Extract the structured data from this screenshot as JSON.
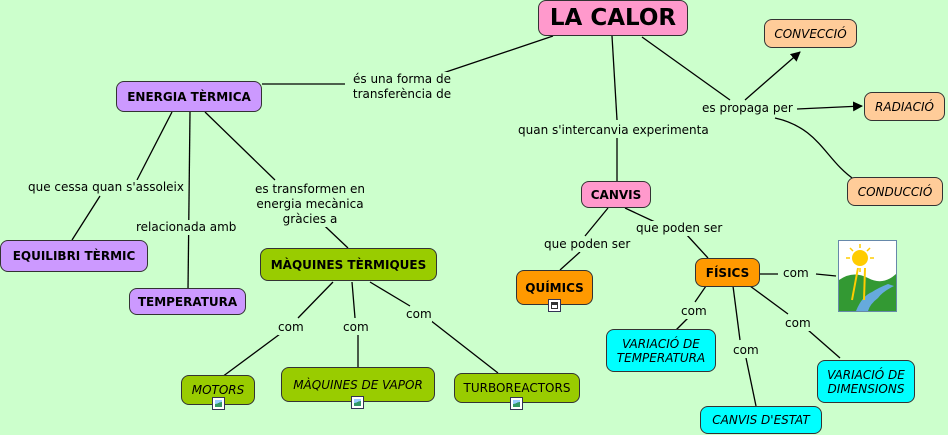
{
  "nodes": {
    "la_calor": "LA CALOR",
    "energia_termica": "ENERGIA TÈRMICA",
    "equilibri_termic": "EQUILIBRI TÈRMIC",
    "temperatura": "TEMPERATURA",
    "maquines_termiques": "MÀQUINES TÈRMIQUES",
    "motors": "MOTORS",
    "maquines_vapor": "MÀQUINES DE VAPOR",
    "turboreactors": "TURBOREACTORS",
    "canvis": "CANVIS",
    "quimics": "QUÍMICS",
    "fisics": "FÍSICS",
    "conveccio": "CONVECCIÓ",
    "radiacio": "RADIACIÓ",
    "conduccio": "CONDUCCIÓ",
    "variacio_temperatura": "VARIACIÓ DE TEMPERATURA",
    "canvis_estat": "CANVIS D'ESTAT",
    "variacio_dimensions": "VARIACIÓ DE DIMENSIONS"
  },
  "links": {
    "forma_transferencia": "és una forma de\ntransferència de",
    "cessa": "que cessa quan s'assoleix",
    "relacionada": "relacionada amb",
    "transformen": "es transformen en\nenergia mecànica gràcies a",
    "intercanvia": "quan s'intercanvia experimenta",
    "propaga": "es propaga per",
    "poden_ser_quimics": "que poden ser",
    "poden_ser_fisics": "que poden ser",
    "com_motors": "com",
    "com_vapor": "com",
    "com_turbo": "com",
    "com_img": "com",
    "com_temp": "com",
    "com_estat": "com",
    "com_dim": "com"
  },
  "colors": {
    "background": "#ccffcc",
    "main": "#ff99cc",
    "purple": "#cc99ff",
    "olive": "#99cc00",
    "orange": "#ff9900",
    "peach": "#ffcc99",
    "cyan": "#00ffff"
  },
  "icons": [
    "landscape-image-icon",
    "network-resource-icon",
    "sun-landscape-image"
  ]
}
